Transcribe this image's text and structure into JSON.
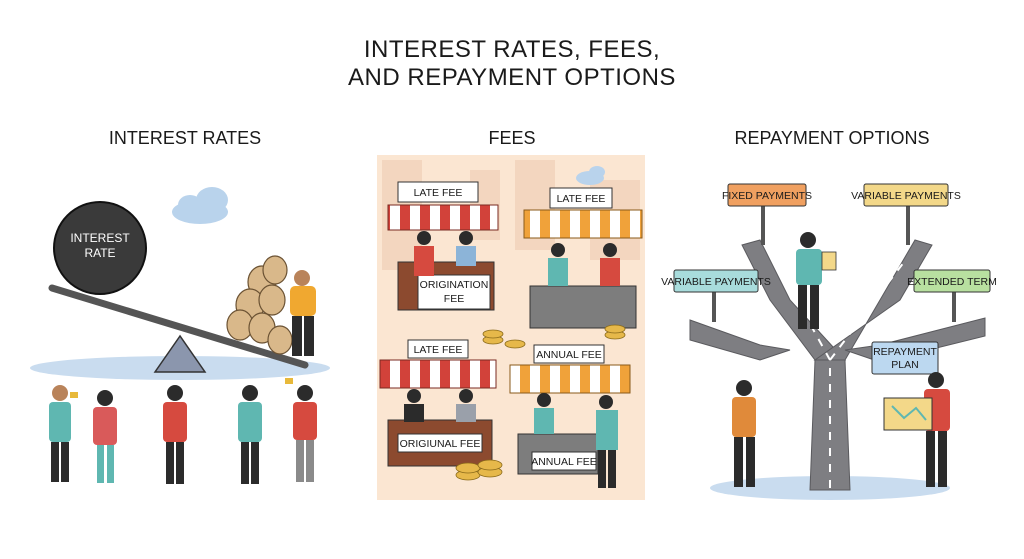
{
  "title_line1": "INTEREST RATES, FEES,",
  "title_line2": "AND REPAYMENT OPTIONS",
  "sections": {
    "interest": {
      "heading": "INTEREST RATES",
      "ball_label_1": "INTEREST",
      "ball_label_2": "RATE"
    },
    "fees": {
      "heading": "FEES",
      "stall_top_left_sign": "LATE FEE",
      "stall_top_right_sign": "LATE FEE",
      "stall_top_left_counter_1": "ORIGINATION",
      "stall_top_left_counter_2": "FEE",
      "stall_bottom_left_sign": "LATE FEE",
      "stall_bottom_left_counter": "ORIGIUNAL FEE",
      "stall_bottom_right_sign": "ANNUAL FEE",
      "stall_bottom_right_counter": "ANNUAL FEE"
    },
    "repayment": {
      "heading": "REPAYMENT OPTIONS",
      "sign_fixed": "FIXED PAYMENTS",
      "sign_variable_top": "VARIABLE PAYMENTS",
      "sign_variable_left": "VARIABLE PAYMENTS",
      "sign_extended": "EXTENDED TERM",
      "sign_plan_1": "REPAYMENT",
      "sign_plan_2": "PLAN"
    }
  },
  "colors": {
    "awning_red": "#d2423a",
    "awning_orange": "#f0a23a",
    "fixed_sign": "#f0a060",
    "variable_sign": "#f3d889",
    "variable_left_sign": "#a8dcdc",
    "extended_sign": "#b8e0a0",
    "plan_sign": "#bcd8f0",
    "road": "#7e7e82"
  }
}
